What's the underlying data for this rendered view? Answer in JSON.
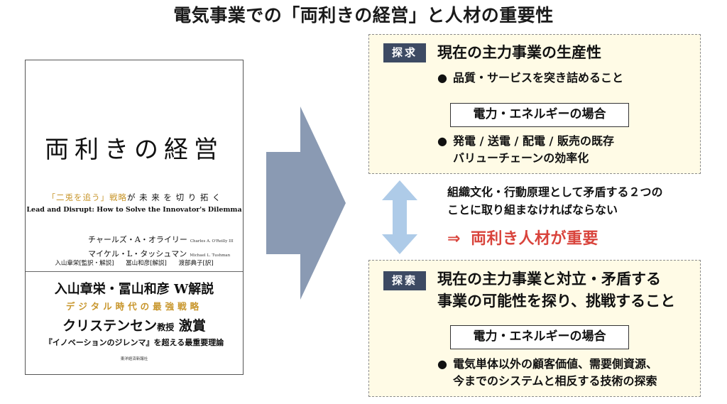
{
  "title": "電気事業での「両利きの経営」と人材の重要性",
  "book": {
    "title": "両利きの経営",
    "tagline_highlight": "「二兎を追う」戦略",
    "tagline_rest": "が 未 来 を 切 り 拓 く",
    "subtitle": "Lead and Disrupt: How to Solve the Innovator's Dilemma",
    "author1_ja": "チャールズ・A・オライリー",
    "author1_en": "Charles A. O'Reilly III",
    "author2_ja": "マイケル・L・タッシュマン",
    "author2_en": "Michael L. Tushman",
    "translators": "入山章栄[監訳・解説] 冨山和彦[解説] 渡部典子[訳]",
    "promo_line1": "入山章栄・冨山和彦 W解説",
    "promo_line2": "デジタル時代の最強戦略",
    "promo_line3_a": "クリステンセン",
    "promo_line3_b": "教授",
    "promo_line3_c": " 激賞",
    "promo_line4": "『イノベーションのジレンマ』を超える最重要理論",
    "publisher": "東洋経済新報社"
  },
  "explore_box": {
    "tag": "探求",
    "heading": "現在の主力事業の生産性",
    "bullet1": "品質・サービスを突き詰めること",
    "case_label": "電力・エネルギーの場合",
    "bullet2_line1": "発電 / 送電 / 配電 / 販売の既存",
    "bullet2_line2": "バリューチェーンの効率化"
  },
  "middle": {
    "text_line1": "組織文化・行動原理として矛盾する２つの",
    "text_line2": "ことに取り組まなければならない",
    "conclusion_arrow": "⇒",
    "conclusion": "両利き人材が重要"
  },
  "search_box": {
    "tag": "探索",
    "heading_line1": "現在の主力事業と対立・矛盾する",
    "heading_line2": "事業の可能性を探り、挑戦すること",
    "case_label": "電力・エネルギーの場合",
    "bullet1_line1": "電気単体以外の顧客価値、需要側資源、",
    "bullet1_line2": "今までのシステムと相反する技術の探索"
  },
  "colors": {
    "tag_bg": "#3d4a63",
    "box_bg": "#fffbe6",
    "arrow": "#8a9ab3",
    "double_arrow": "#aecbe8",
    "accent_red": "#d9443c",
    "gold": "#c8962c"
  },
  "icons": {
    "big_arrow": "right-arrow-icon",
    "double_arrow": "up-down-arrow-icon",
    "bullet": "black-circle-bullet"
  }
}
